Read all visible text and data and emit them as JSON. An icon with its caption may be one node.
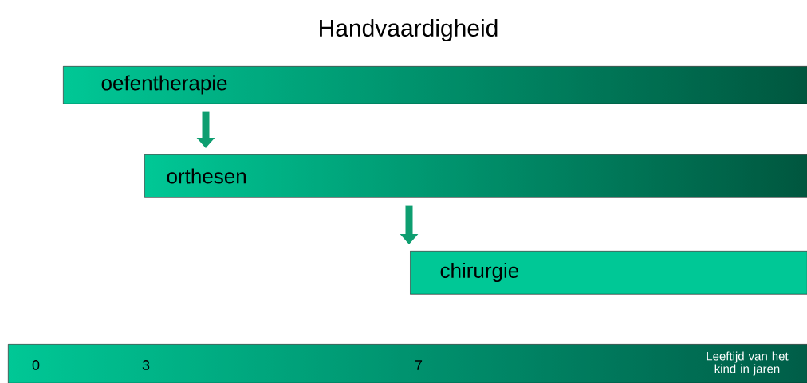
{
  "diagram": {
    "title": "Handvaardigheid",
    "nodes": [
      {
        "text": [
          "oefentherapie"
        ]
      },
      {
        "text": [
          "orthesen"
        ]
      },
      {
        "text": [
          "chirurgie"
        ]
      },
      {
        "text": [
          "0",
          "3",
          "7",
          "Leeftijd van het kind in jaren"
        ]
      }
    ],
    "edges": [
      {
        "from": 0,
        "to": 1,
        "arrow": "to"
      },
      {
        "from": 1,
        "to": 2,
        "arrow": "to"
      }
    ]
  }
}
